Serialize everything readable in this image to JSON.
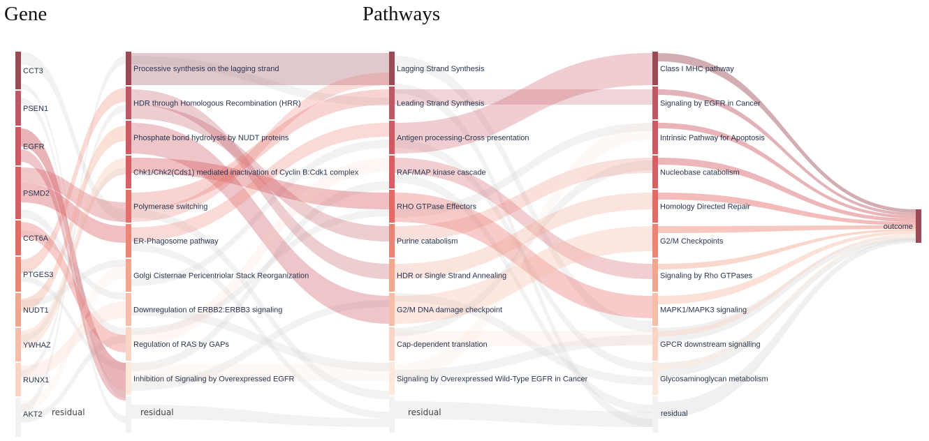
{
  "titles": {
    "gene": "Gene",
    "pathways": "Pathways"
  },
  "residual_label": "residual",
  "outcome_label": "outcome",
  "colors": {
    "gene": [
      "#9b4a55",
      "#bf5864",
      "#ce5962",
      "#d85e63",
      "#e46a66",
      "#ec8474",
      "#f3a68e",
      "#f6bda8",
      "#fad5c6",
      "#fde8dc"
    ],
    "p1": [
      "#9b4a55",
      "#bf5864",
      "#ce5962",
      "#d85e63",
      "#e66f6a",
      "#ee8676",
      "#f3a68e",
      "#f6bda8",
      "#fad5c6",
      "#fde8dc"
    ],
    "p2": [
      "#9b4a55",
      "#bf5864",
      "#ce5962",
      "#d85e63",
      "#e46a66",
      "#ec8474",
      "#f3a68e",
      "#f6bda8",
      "#fad5c6",
      "#fde8dc"
    ],
    "p3": [
      "#9b4a55",
      "#bf5864",
      "#ce5962",
      "#d85e63",
      "#e46a66",
      "#ec8474",
      "#f3a68e",
      "#f6bda8",
      "#fad5c6",
      "#fde8dc"
    ],
    "outcome": "#9b4a55",
    "residual_node": "#f2f2f2",
    "residual_flow": "#d9d9d9"
  },
  "genes": [
    "CCT3",
    "PSEN1",
    "EGFR",
    "PSMD2",
    "CCT6A",
    "PTGES3",
    "NUDT1",
    "YWHAZ",
    "RUNX1",
    "AKT2"
  ],
  "pathways_1": [
    "Processive synthesis on the lagging strand",
    "HDR through Homologous Recombination (HRR)",
    "Phosphate bond hydrolysis by NUDT proteins",
    "Chk1/Chk2(Cds1) mediated inactivation of Cyclin B:Cdk1 complex",
    "Polymerase switching",
    "ER-Phagosome pathway",
    "Golgi Cisternae Pericentriolar Stack Reorganization",
    "Downregulation of ERBB2:ERBB3 signaling",
    "Regulation of RAS by GAPs",
    "Inhibition of Signaling by Overexpressed EGFR"
  ],
  "pathways_2": [
    "Lagging Strand Synthesis",
    "Leading Strand Synthesis",
    "Antigen processing-Cross presentation",
    "RAF/MAP kinase cascade",
    "RHO GTPase Effectors",
    "Purine catabolism",
    "HDR or Single Strand Annealing",
    "G2/M DNA damage checkpoint",
    "Cap-dependent translation",
    "Signaling by Overexpressed Wild-Type EGFR in Cancer"
  ],
  "pathways_3": [
    "Class I MHC pathway",
    "Signaling by EGFR in Cancer",
    "Intrinsic Pathway for Apoptosis",
    "Nucleobase catabolism",
    "Homology Directed Repair",
    "G2/M Checkpoints",
    "Signaling by Rho GTPases",
    "MAPK1/MAPK3 signaling",
    "GPCR downstream signalling",
    "Glycosaminoglycan metabolism"
  ]
}
